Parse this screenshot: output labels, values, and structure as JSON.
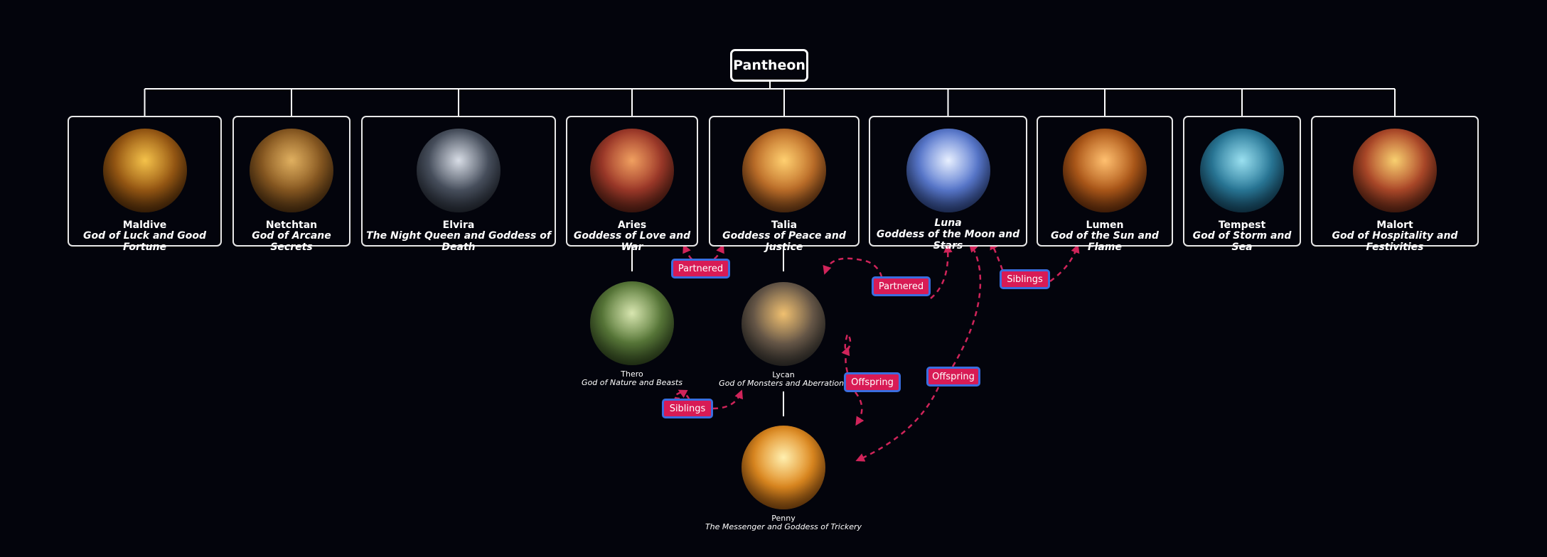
{
  "root": {
    "label": "Pantheon"
  },
  "deities": [
    {
      "name": "Maldive",
      "title": "God of Luck and Good Fortune",
      "palette": [
        "#f4c24a",
        "#9a5a14",
        "#2a1405"
      ]
    },
    {
      "name": "Netchtan",
      "title": "God of Arcane Secrets",
      "palette": [
        "#e0b060",
        "#8a5a22",
        "#2e1a08"
      ]
    },
    {
      "name": "Elvira",
      "title": "The Night Queen and Goddess of Death",
      "palette": [
        "#d8dde6",
        "#4a5260",
        "#10141c"
      ]
    },
    {
      "name": "Aries",
      "title": "Goddess of Love and War",
      "palette": [
        "#f0a060",
        "#a03a2a",
        "#2a1008"
      ]
    },
    {
      "name": "Talia",
      "title": "Goddess of Peace and Justice",
      "palette": [
        "#ffd070",
        "#c0702a",
        "#3a1a08"
      ]
    },
    {
      "name": "Luna",
      "title": "Goddess of the Moon and Stars",
      "palette": [
        "#e8f0ff",
        "#5a7ad0",
        "#10204a"
      ]
    },
    {
      "name": "Lumen",
      "title": "God of the Sun and Flame",
      "palette": [
        "#ffc070",
        "#b05a1a",
        "#3a1404"
      ]
    },
    {
      "name": "Tempest",
      "title": "God of Storm and Sea",
      "palette": [
        "#9ae0f0",
        "#2a7a9a",
        "#08243a"
      ]
    },
    {
      "name": "Malort",
      "title": "God of Hospitality and Festivities",
      "palette": [
        "#f8d070",
        "#b04a2a",
        "#301008"
      ]
    }
  ],
  "children": [
    {
      "name": "Thero",
      "title": "God of Nature and Beasts",
      "palette": [
        "#d8e6b0",
        "#5a7a3a",
        "#1a2a10"
      ]
    },
    {
      "name": "Lycan",
      "title": "God of Monsters and Aberrations",
      "palette": [
        "#f0c070",
        "#6a5a4a",
        "#141a1e"
      ]
    },
    {
      "name": "Penny",
      "title": "The Messenger and Goddess of Trickery",
      "palette": [
        "#fff0b0",
        "#e08a20",
        "#5a2a08"
      ]
    }
  ],
  "relations": [
    {
      "label": "Partnered"
    },
    {
      "label": "Partnered"
    },
    {
      "label": "Siblings"
    },
    {
      "label": "Offspring"
    },
    {
      "label": "Offspring"
    },
    {
      "label": "Siblings"
    }
  ],
  "colors": {
    "background": "#03040c",
    "line": "#ffffff",
    "badge": "#d81b55",
    "badge_border": "#3a6ee0",
    "dashed": "#d0245a"
  }
}
